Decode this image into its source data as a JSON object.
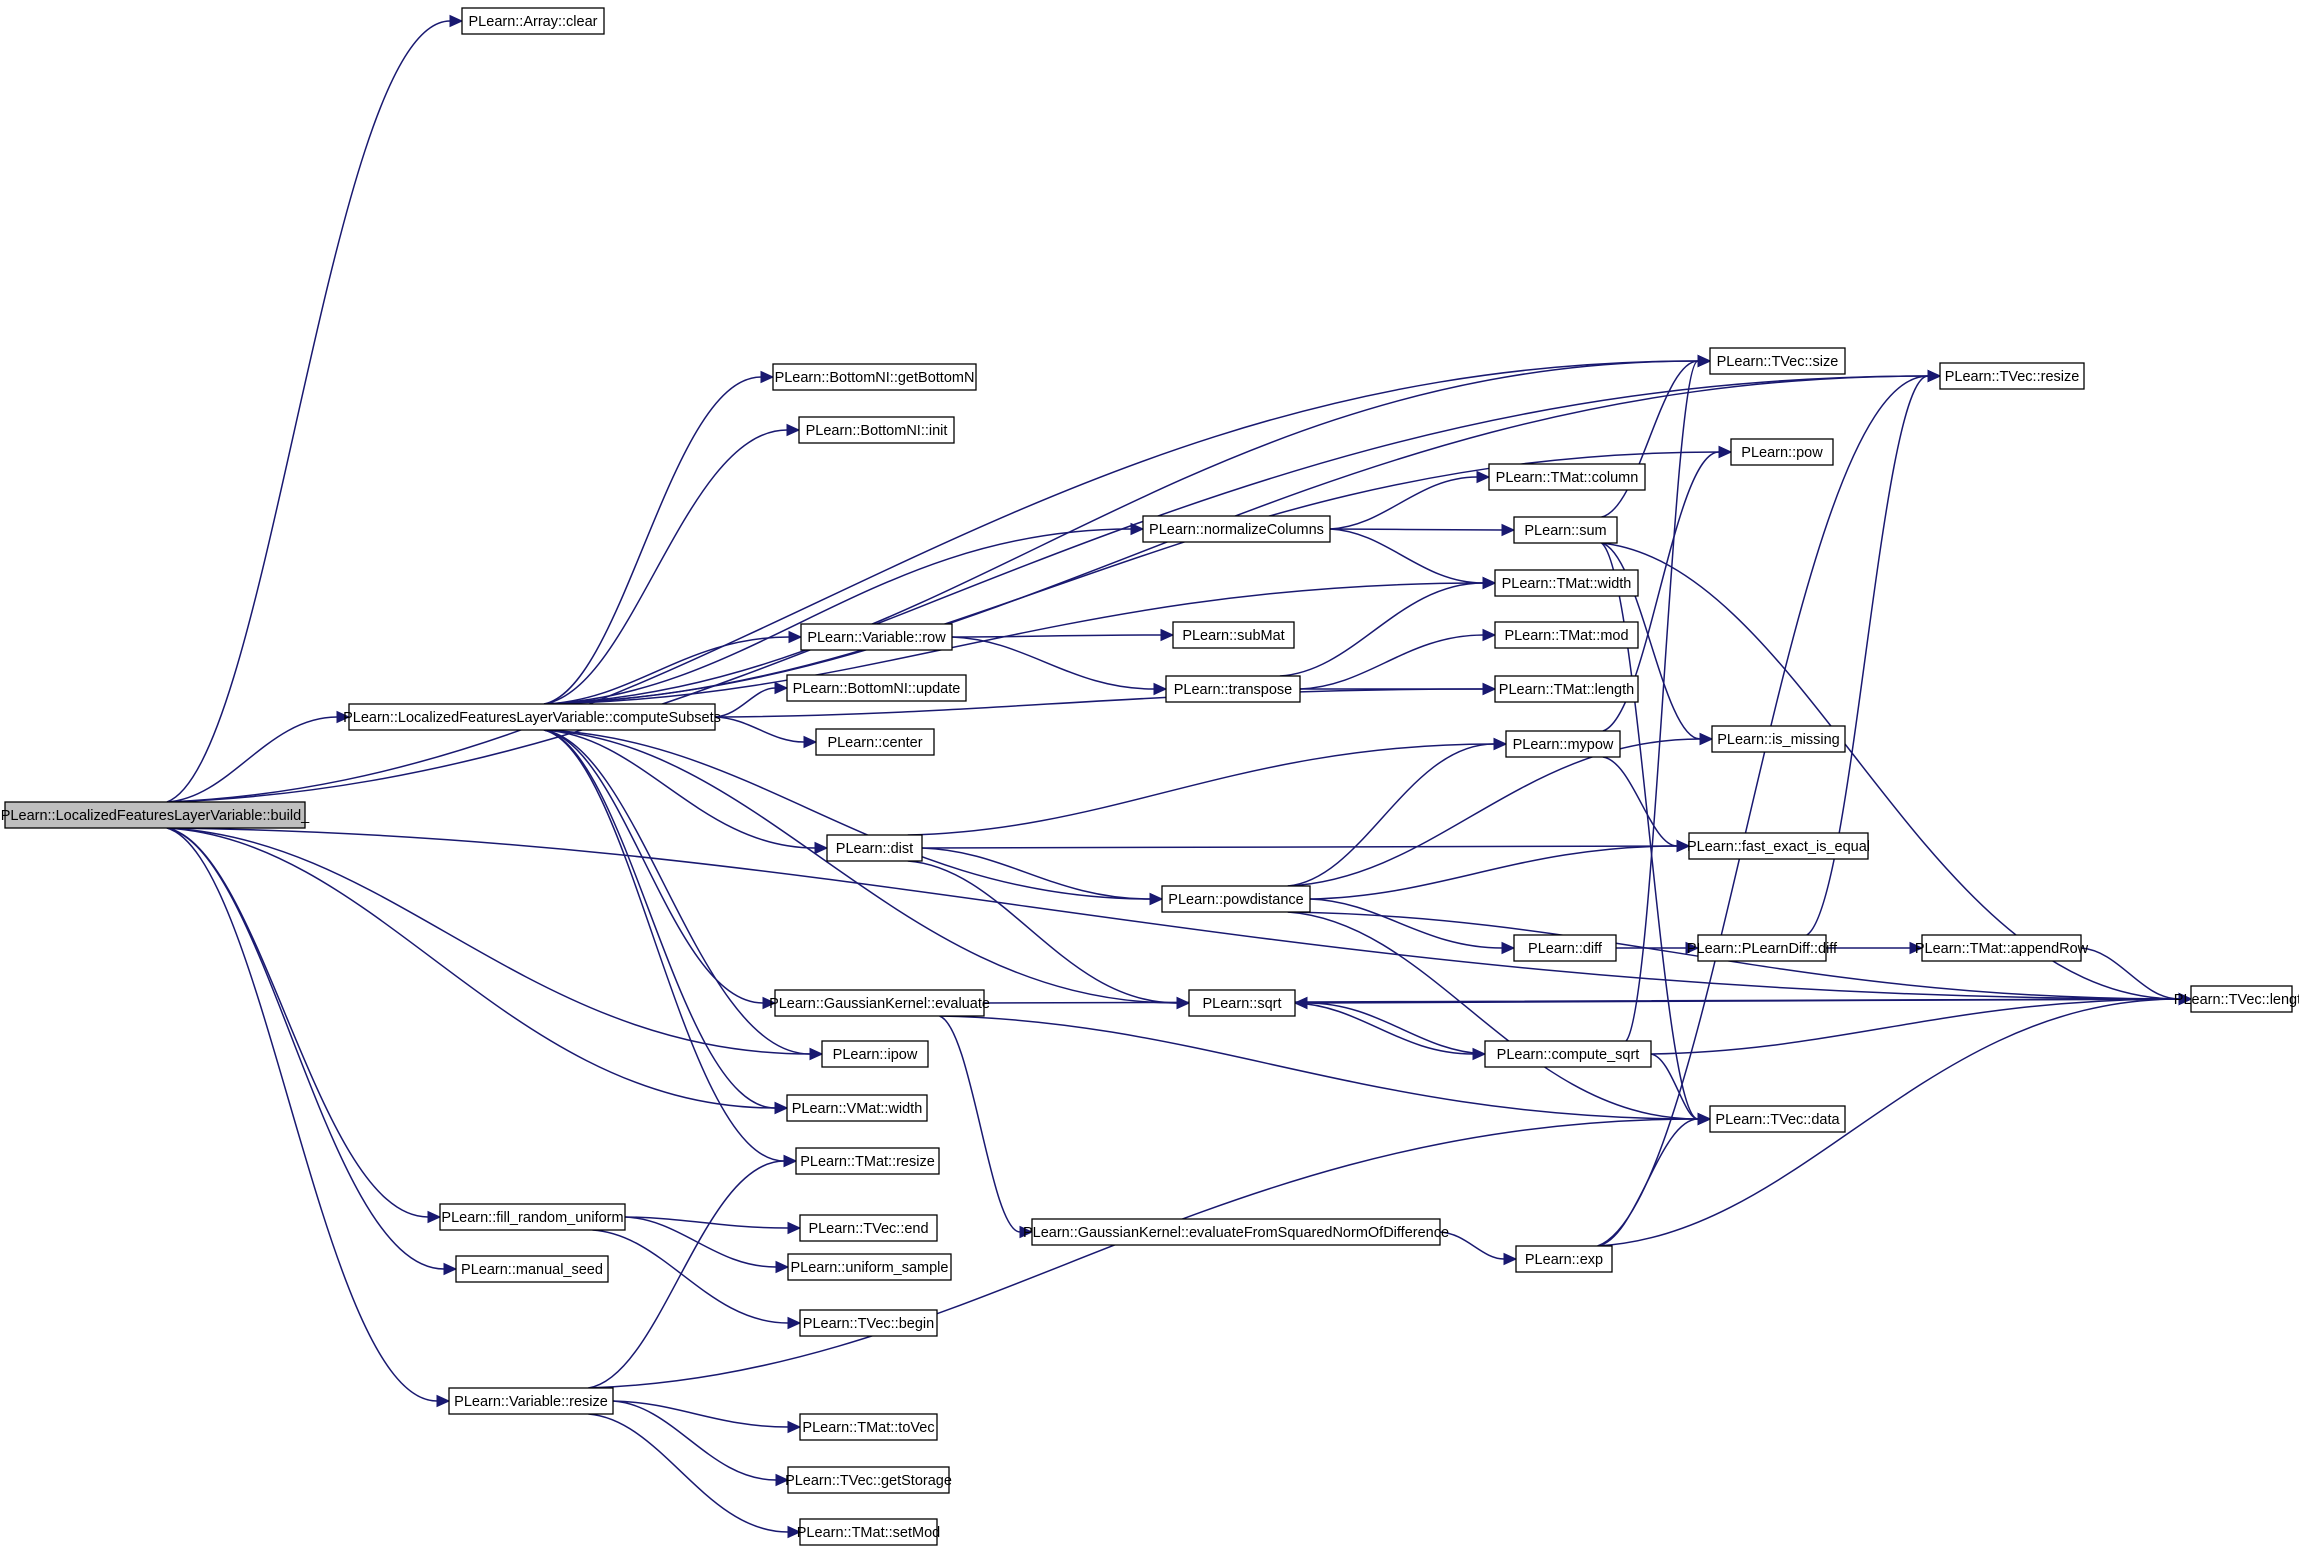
{
  "colors": {
    "edge": "#191970",
    "root_fill": "#bfbfbf",
    "node_fill": "#ffffff",
    "node_border": "#000000"
  },
  "nodes": [
    {
      "id": "build",
      "label": "PLearn::LocalizedFeaturesLayerVariable::build_",
      "root": true
    },
    {
      "id": "clear",
      "label": "PLearn::Array::clear"
    },
    {
      "id": "tvec_length",
      "label": "PLearn::TVec::length"
    },
    {
      "id": "tvec_resize",
      "label": "PLearn::TVec::resize"
    },
    {
      "id": "tvec_size",
      "label": "PLearn::TVec::size"
    },
    {
      "id": "compsub",
      "label": "PLearn::LocalizedFeaturesLayerVariable::computeSubsets"
    },
    {
      "id": "ipow",
      "label": "PLearn::ipow"
    },
    {
      "id": "vmat_width",
      "label": "PLearn::VMat::width"
    },
    {
      "id": "fill_rand",
      "label": "PLearn::fill_random_uniform"
    },
    {
      "id": "manual_seed",
      "label": "PLearn::manual_seed"
    },
    {
      "id": "var_resize",
      "label": "PLearn::Variable::resize"
    },
    {
      "id": "getbottomn",
      "label": "PLearn::BottomNI::getBottomN"
    },
    {
      "id": "bn_init",
      "label": "PLearn::BottomNI::init"
    },
    {
      "id": "pow",
      "label": "PLearn::pow"
    },
    {
      "id": "normcols",
      "label": "PLearn::normalizeColumns"
    },
    {
      "id": "tmat_width",
      "label": "PLearn::TMat::width"
    },
    {
      "id": "var_row",
      "label": "PLearn::Variable::row"
    },
    {
      "id": "bn_update",
      "label": "PLearn::BottomNI::update"
    },
    {
      "id": "tmat_length",
      "label": "PLearn::TMat::length"
    },
    {
      "id": "center",
      "label": "PLearn::center"
    },
    {
      "id": "dist",
      "label": "PLearn::dist"
    },
    {
      "id": "powdist",
      "label": "PLearn::powdistance"
    },
    {
      "id": "sqrt",
      "label": "PLearn::sqrt"
    },
    {
      "id": "gk_eval",
      "label": "PLearn::GaussianKernel::evaluate"
    },
    {
      "id": "tmat_resize",
      "label": "PLearn::TMat::resize"
    },
    {
      "id": "tmat_column",
      "label": "PLearn::TMat::column"
    },
    {
      "id": "sum",
      "label": "PLearn::sum"
    },
    {
      "id": "submat",
      "label": "PLearn::subMat"
    },
    {
      "id": "transpose",
      "label": "PLearn::transpose"
    },
    {
      "id": "tmat_mod",
      "label": "PLearn::TMat::mod"
    },
    {
      "id": "mypow",
      "label": "PLearn::mypow"
    },
    {
      "id": "is_missing",
      "label": "PLearn::is_missing"
    },
    {
      "id": "fast_eq",
      "label": "PLearn::fast_exact_is_equal"
    },
    {
      "id": "diff",
      "label": "PLearn::diff"
    },
    {
      "id": "pld_diff",
      "label": "PLearn::PLearnDiff::diff"
    },
    {
      "id": "appendrow",
      "label": "PLearn::TMat::appendRow"
    },
    {
      "id": "compute_sqrt",
      "label": "PLearn::compute_sqrt"
    },
    {
      "id": "tvec_data",
      "label": "PLearn::TVec::data"
    },
    {
      "id": "gk_evalsq",
      "label": "PLearn::GaussianKernel::evaluateFromSquaredNormOfDifference"
    },
    {
      "id": "exp",
      "label": "PLearn::exp"
    },
    {
      "id": "tvec_end",
      "label": "PLearn::TVec::end"
    },
    {
      "id": "unif_sample",
      "label": "PLearn::uniform_sample"
    },
    {
      "id": "tvec_begin",
      "label": "PLearn::TVec::begin"
    },
    {
      "id": "tmat_tovec",
      "label": "PLearn::TMat::toVec"
    },
    {
      "id": "getstorage",
      "label": "PLearn::TVec::getStorage"
    },
    {
      "id": "setmod",
      "label": "PLearn::TMat::setMod"
    }
  ],
  "edges": [
    [
      "build",
      "clear"
    ],
    [
      "build",
      "tvec_length"
    ],
    [
      "build",
      "tvec_resize"
    ],
    [
      "build",
      "tvec_size"
    ],
    [
      "build",
      "compsub"
    ],
    [
      "build",
      "ipow"
    ],
    [
      "build",
      "vmat_width"
    ],
    [
      "build",
      "fill_rand"
    ],
    [
      "build",
      "manual_seed"
    ],
    [
      "build",
      "var_resize"
    ],
    [
      "compsub",
      "tvec_resize"
    ],
    [
      "compsub",
      "tvec_size"
    ],
    [
      "compsub",
      "getbottomn"
    ],
    [
      "compsub",
      "bn_init"
    ],
    [
      "compsub",
      "pow"
    ],
    [
      "compsub",
      "normcols"
    ],
    [
      "compsub",
      "tmat_width"
    ],
    [
      "compsub",
      "var_row"
    ],
    [
      "compsub",
      "bn_update"
    ],
    [
      "compsub",
      "tmat_length"
    ],
    [
      "compsub",
      "center"
    ],
    [
      "compsub",
      "dist"
    ],
    [
      "compsub",
      "powdist"
    ],
    [
      "compsub",
      "sqrt"
    ],
    [
      "compsub",
      "gk_eval"
    ],
    [
      "compsub",
      "ipow"
    ],
    [
      "compsub",
      "vmat_width"
    ],
    [
      "compsub",
      "tmat_resize"
    ],
    [
      "normcols",
      "tmat_column"
    ],
    [
      "normcols",
      "sum"
    ],
    [
      "normcols",
      "tmat_width"
    ],
    [
      "var_row",
      "submat"
    ],
    [
      "var_row",
      "transpose"
    ],
    [
      "transpose",
      "tmat_width"
    ],
    [
      "transpose",
      "tmat_mod"
    ],
    [
      "transpose",
      "tmat_length"
    ],
    [
      "sum",
      "tvec_size"
    ],
    [
      "sum",
      "is_missing"
    ],
    [
      "sum",
      "tvec_data"
    ],
    [
      "sum",
      "tvec_length"
    ],
    [
      "mypow",
      "pow"
    ],
    [
      "mypow",
      "fast_eq"
    ],
    [
      "dist",
      "mypow"
    ],
    [
      "dist",
      "fast_eq"
    ],
    [
      "dist",
      "powdist"
    ],
    [
      "dist",
      "sqrt"
    ],
    [
      "powdist",
      "mypow"
    ],
    [
      "powdist",
      "is_missing"
    ],
    [
      "powdist",
      "fast_eq"
    ],
    [
      "powdist",
      "diff"
    ],
    [
      "powdist",
      "tvec_data"
    ],
    [
      "powdist",
      "tvec_length"
    ],
    [
      "diff",
      "pld_diff"
    ],
    [
      "pld_diff",
      "tvec_resize"
    ],
    [
      "pld_diff",
      "appendrow"
    ],
    [
      "appendrow",
      "tvec_length"
    ],
    [
      "sqrt",
      "compute_sqrt"
    ],
    [
      "compute_sqrt",
      "sqrt"
    ],
    [
      "compute_sqrt",
      "tvec_size"
    ],
    [
      "compute_sqrt",
      "tvec_length"
    ],
    [
      "compute_sqrt",
      "tvec_data"
    ],
    [
      "tvec_length",
      "sqrt"
    ],
    [
      "gk_eval",
      "tvec_data"
    ],
    [
      "gk_eval",
      "gk_evalsq"
    ],
    [
      "gk_eval",
      "tvec_length"
    ],
    [
      "gk_evalsq",
      "exp"
    ],
    [
      "exp",
      "tvec_data"
    ],
    [
      "exp",
      "tvec_resize"
    ],
    [
      "exp",
      "tvec_length"
    ],
    [
      "fill_rand",
      "tvec_end"
    ],
    [
      "fill_rand",
      "unif_sample"
    ],
    [
      "fill_rand",
      "tvec_begin"
    ],
    [
      "var_resize",
      "tmat_resize"
    ],
    [
      "var_resize",
      "tvec_data"
    ],
    [
      "var_resize",
      "tmat_tovec"
    ],
    [
      "var_resize",
      "getstorage"
    ],
    [
      "var_resize",
      "setmod"
    ]
  ]
}
